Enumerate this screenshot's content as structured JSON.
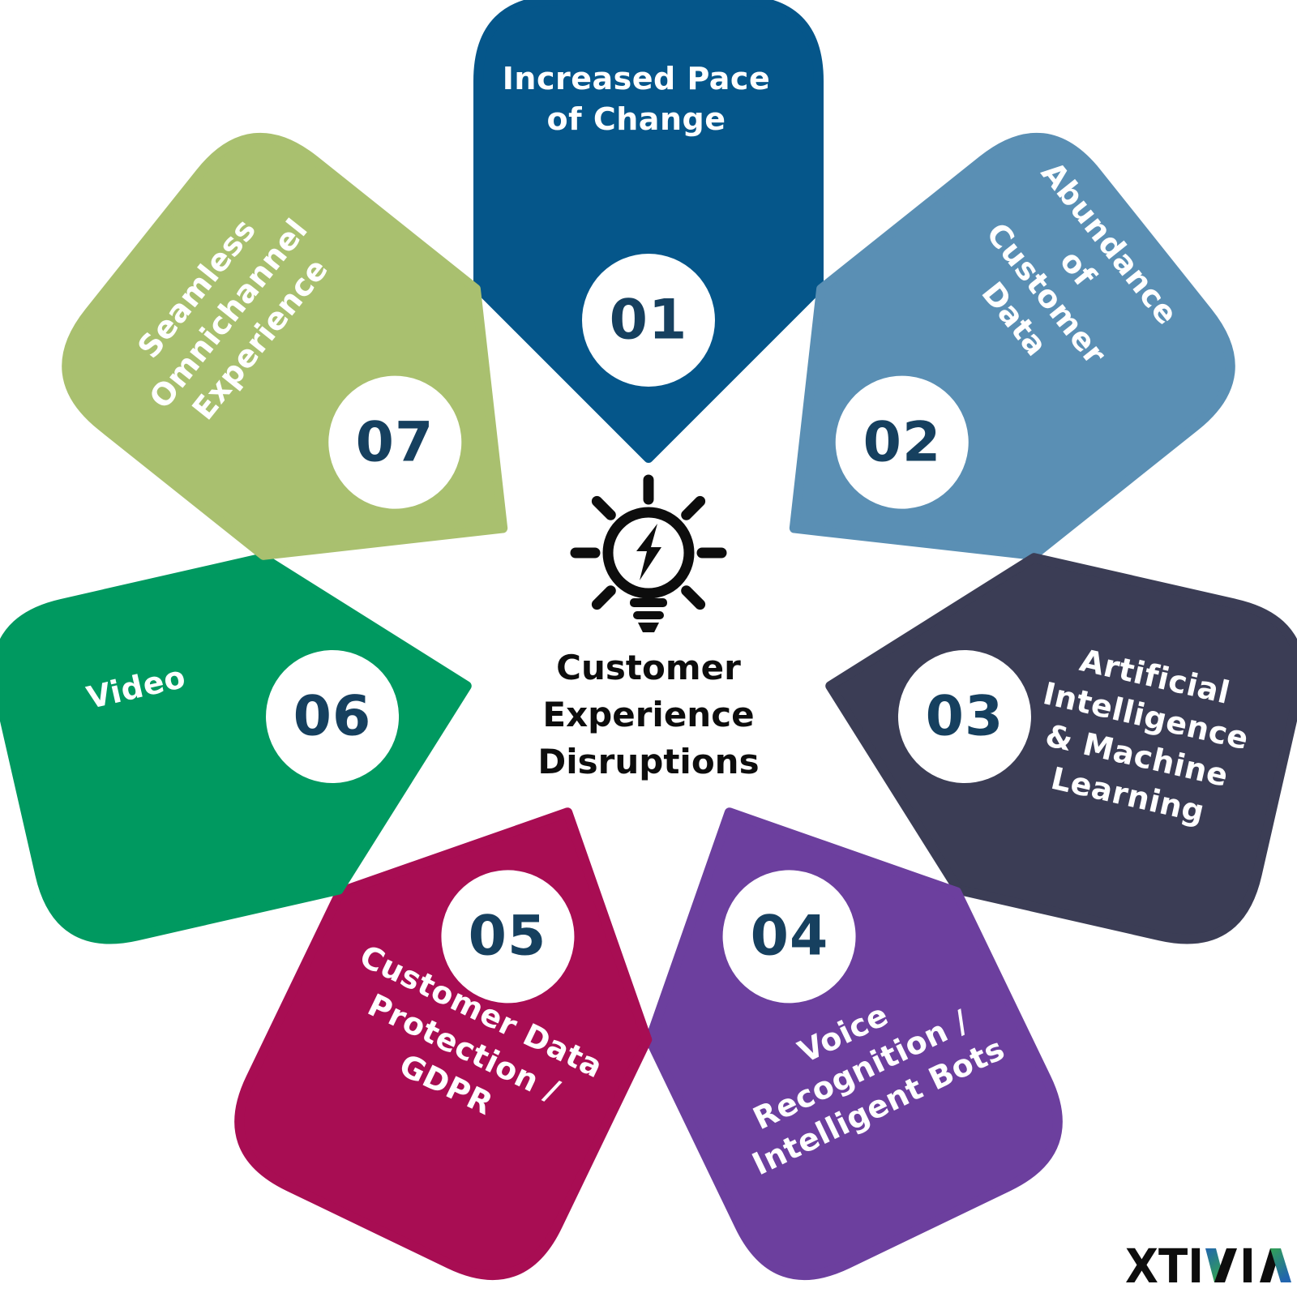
{
  "title": "Customer\nExperience\nDisruptions",
  "petals": [
    {
      "number": "01",
      "label": "Increased Pace\nof Change",
      "color": "#05568a"
    },
    {
      "number": "02",
      "label": "Abundance of\nCustomer Data",
      "color": "#5a8fb4"
    },
    {
      "number": "03",
      "label": "Artificial\nIntelligence\n& Machine\nLearning",
      "color": "#3b3d55"
    },
    {
      "number": "04",
      "label": "Voice\nRecognition /\nIntelligent Bots",
      "color": "#6c3f9e"
    },
    {
      "number": "05",
      "label": "Customer Data\nProtection /\nGDPR",
      "color": "#a80d53"
    },
    {
      "number": "06",
      "label": "Video",
      "color": "#009960"
    },
    {
      "number": "07",
      "label": "Seamless\nOmnichannel\nExperience",
      "color": "#a9c06f"
    }
  ],
  "number_text_color": "#16405f",
  "icon": {
    "name": "lightbulb-lightning-icon",
    "color": "#0d0d0d"
  },
  "logo": {
    "text": "XTIVIA",
    "parts": [
      "XTI",
      "I"
    ],
    "blue": "#2265ae",
    "green": "#32a154",
    "black": "#0d0d0d"
  }
}
